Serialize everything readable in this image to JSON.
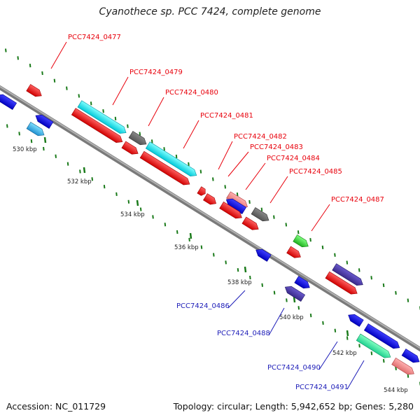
{
  "title": "Cyanothece sp. PCC 7424, complete genome",
  "footer": {
    "accession": "Accession: NC_011729",
    "stats": "Topology: circular; Length: 5,942,652 bp; Genes: 5,280"
  },
  "scale_labels": [
    "530 kbp",
    "532 kbp",
    "534 kbp",
    "536 kbp",
    "538 kbp",
    "540 kbp",
    "542 kbp",
    "544 kbp"
  ],
  "gene_labels": [
    {
      "text": "PCC7424_0477",
      "strand": "forward"
    },
    {
      "text": "PCC7424_0479",
      "strand": "forward"
    },
    {
      "text": "PCC7424_0480",
      "strand": "forward"
    },
    {
      "text": "PCC7424_0481",
      "strand": "forward"
    },
    {
      "text": "PCC7424_0482",
      "strand": "forward"
    },
    {
      "text": "PCC7424_0483",
      "strand": "forward"
    },
    {
      "text": "PCC7424_0484",
      "strand": "forward"
    },
    {
      "text": "PCC7424_0485",
      "strand": "forward"
    },
    {
      "text": "PCC7424_0487",
      "strand": "forward"
    },
    {
      "text": "PCC7424_0486",
      "strand": "reverse"
    },
    {
      "text": "PCC7424_0488",
      "strand": "reverse"
    },
    {
      "text": "PCC7424_0490",
      "strand": "reverse"
    },
    {
      "text": "PCC7424_0491",
      "strand": "reverse"
    }
  ],
  "colors": {
    "forward_label": "#e8000b",
    "reverse_label": "#1d1db8",
    "cds_forward": "#ff0000",
    "cds_reverse": "#0000ff",
    "rna": "#00e5e5",
    "pseudo": "#666666",
    "other": "#f08080",
    "tick": "#1a7a1a",
    "backbone": "#888888"
  }
}
